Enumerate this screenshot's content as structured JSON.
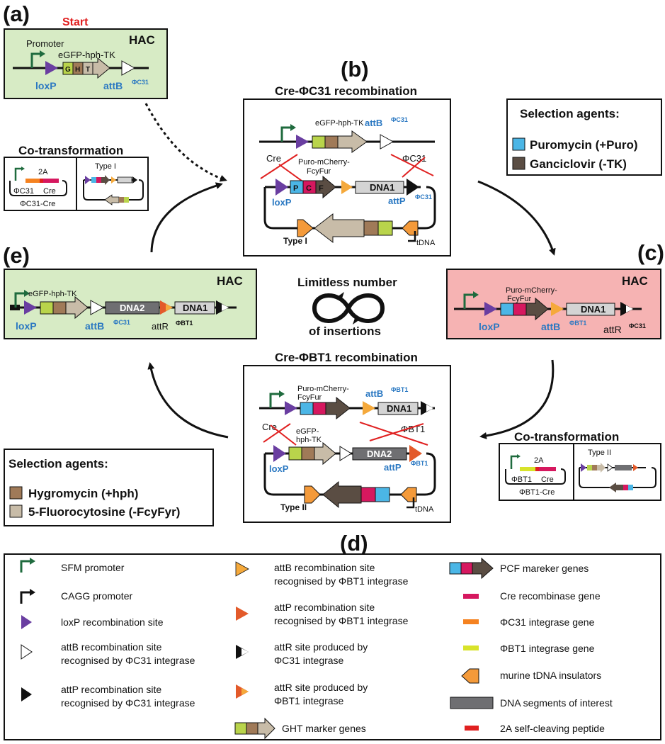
{
  "panels": {
    "a": "(a)",
    "b": "(b)",
    "c": "(c)",
    "d": "(d)",
    "e": "(e)"
  },
  "start": "Start",
  "hac": "HAC",
  "labels": {
    "promoter": "Promoter",
    "ghtName": "eGFP-hph-TK",
    "G": "G",
    "H": "H",
    "T": "T",
    "loxP": "loxP",
    "attB": "attB",
    "attP": "attP",
    "attR": "attR",
    "phiC31": "ΦC31",
    "phiBT1": "ΦBT1",
    "cre": "Cre",
    "puro1": "Puro-mCherry-",
    "fcy1": "FcyFur",
    "P": "P",
    "C": "C",
    "F": "F",
    "dna1": "DNA1",
    "dna2": "DNA2",
    "tdna": "tDNA",
    "typeI": "Type I",
    "typeII": "Type II",
    "twoA": "2A",
    "ght1": "eGFP-",
    "ght2": "hph-TK",
    "plasmidC31": "ΦC31-Cre",
    "plasmidBT1": "ΦBT1-Cre"
  },
  "titles": {
    "creC31": "Cre-ΦC31 recombination",
    "creBT1": "Cre-ΦBT1 recombination",
    "cotrans": "Co-transformation",
    "limitless1": "Limitless number",
    "limitless2": "of insertions"
  },
  "selection1": {
    "title": "Selection agents:",
    "items": [
      {
        "label": "Puromycin (+Puro)",
        "color": "#4bb6e6"
      },
      {
        "label": "Ganciclovir (-TK)",
        "color": "#5a4d43"
      }
    ]
  },
  "selection2": {
    "title": "Selection agents:",
    "items": [
      {
        "label": "Hygromycin (+hph)",
        "color": "#a07a58"
      },
      {
        "label": "5-Fluorocytosine (-FcyFyr)",
        "color": "#c8bca8"
      }
    ]
  },
  "legend": {
    "sfm": "SFM promoter",
    "cagg": "CAGG promoter",
    "loxp": "loxP recombination site",
    "attbC31a": "attB recombination site",
    "attbC31b": "recognised by ΦC31 integrase",
    "attpC31a": "attP recombination site",
    "attpC31b": "recognised by ΦC31 integrase",
    "attbBT1a": "attB recombination site",
    "attbBT1b": "recognised by ΦBT1 integrase",
    "attpBT1a": "attP recombination site",
    "attpBT1b": "recognised by ΦBT1 integrase",
    "attrC31a": "attR site produced by",
    "attrC31b": "ΦC31 integrase",
    "attrBT1a": "attR site produced by",
    "attrBT1b": "ΦBT1 integrase",
    "ght": "GHT marker genes",
    "pcf": "PCF mareker genes",
    "creGene": "Cre recombinase gene",
    "c31Gene": "ΦC31 integrase gene",
    "bt1Gene": "ΦBT1 integrase gene",
    "tdnaIns": "murine tDNA insulators",
    "dnaSeg": "DNA segments of interest",
    "twoA": "2A self-cleaving peptide"
  },
  "colors": {
    "green": "#d7ebc5",
    "pink": "#f6b3b3",
    "purple": "#6a3ea1",
    "gfp": "#b9d44b",
    "hph": "#a07a58",
    "tk": "#c8bca8",
    "puro": "#4bb6e6",
    "mcherry": "#d6185f",
    "fcy": "#5a4d43",
    "attbBT1": "#f5a93b",
    "attpBT1": "#e35a2a",
    "tdna": "#f49a3a",
    "dna": "#6f6f72",
    "dnaLight": "#d4d4d4",
    "cre": "#d6185f",
    "c31": "#f58220",
    "bt1": "#d8e32a",
    "red": "#e02020",
    "promoter": "#1f6b3e"
  }
}
